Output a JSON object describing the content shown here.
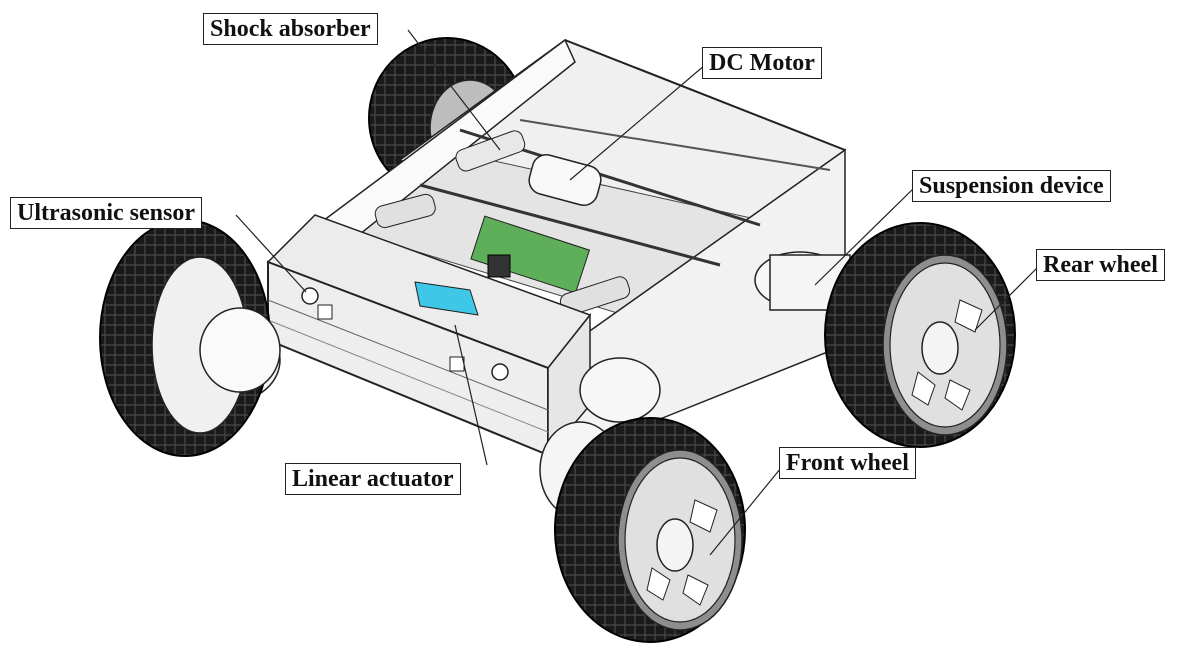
{
  "diagram": {
    "labels": {
      "shock_absorber": "Shock absorber",
      "dc_motor": "DC Motor",
      "ultrasonic_sensor": "Ultrasonic sensor",
      "suspension_device": "Suspension device",
      "rear_wheel": "Rear wheel",
      "linear_actuator": "Linear actuator",
      "front_wheel": "Front wheel"
    },
    "colors": {
      "line": "#222222",
      "tire": "#1a1a1a",
      "rim": "#d8d8d8",
      "panel": "#f2f2f2",
      "pcb": "#5fae5a",
      "display": "#3fc7e8"
    }
  }
}
